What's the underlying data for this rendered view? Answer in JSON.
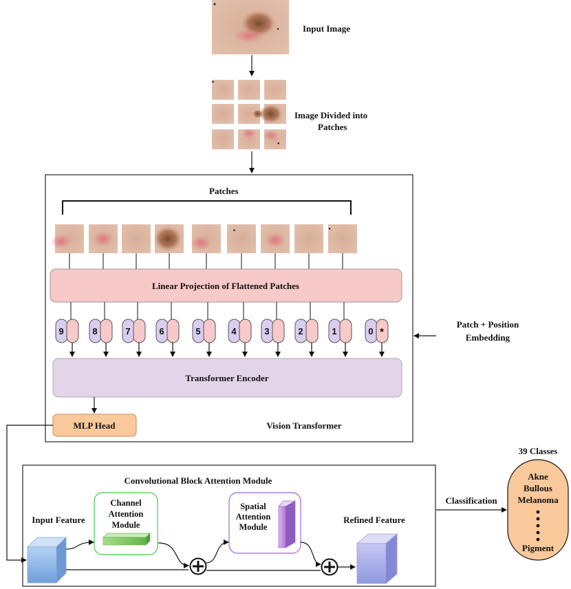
{
  "input_image": {
    "label": "Input Image"
  },
  "patches_grid": {
    "label_line1": "Image Divided into",
    "label_line2": "Patches"
  },
  "vit": {
    "patches_label": "Patches",
    "linear_projection": "Linear Projection of Flattened Patches",
    "embedding_label_line1": "Patch + Position",
    "embedding_label_line2": "Embedding",
    "tokens": [
      "9",
      "8",
      "7",
      "6",
      "5",
      "4",
      "3",
      "2",
      "1",
      "0"
    ],
    "class_token_symbol": "*",
    "transformer_encoder": "Transformer Encoder",
    "mlp_head": "MLP Head",
    "title": "Vision Transformer"
  },
  "cbam": {
    "title": "Convolutional Block Attention Module",
    "input_feature": "Input Feature",
    "channel_attention_lines": [
      "Channel",
      "Attention",
      "Module"
    ],
    "spatial_attention_lines": [
      "Spatial",
      "Attention",
      "Module"
    ],
    "refined_feature": "Refined Feature"
  },
  "classification": {
    "label": "Classification",
    "classes_title": "39 Classes",
    "classes": [
      "Akne",
      "Bullous",
      "Melanoma"
    ],
    "last_class": "Pigment"
  },
  "colors": {
    "skin": "#d9b29c",
    "lesion": "#8a5a3c",
    "projection_fill": "#f8c9c9",
    "encoder_fill": "#e2d5ea",
    "mlp_fill": "#f9c99c",
    "token_number_fill": "#d9cdf0",
    "token_embed_fill": "#f8c9c9",
    "classes_fill": "#f9c99c",
    "channel_border": "#5cd65c",
    "spatial_border": "#b07adf",
    "cube_blue": "#8fb6e8",
    "cube_purple": "#a9a8e8"
  }
}
